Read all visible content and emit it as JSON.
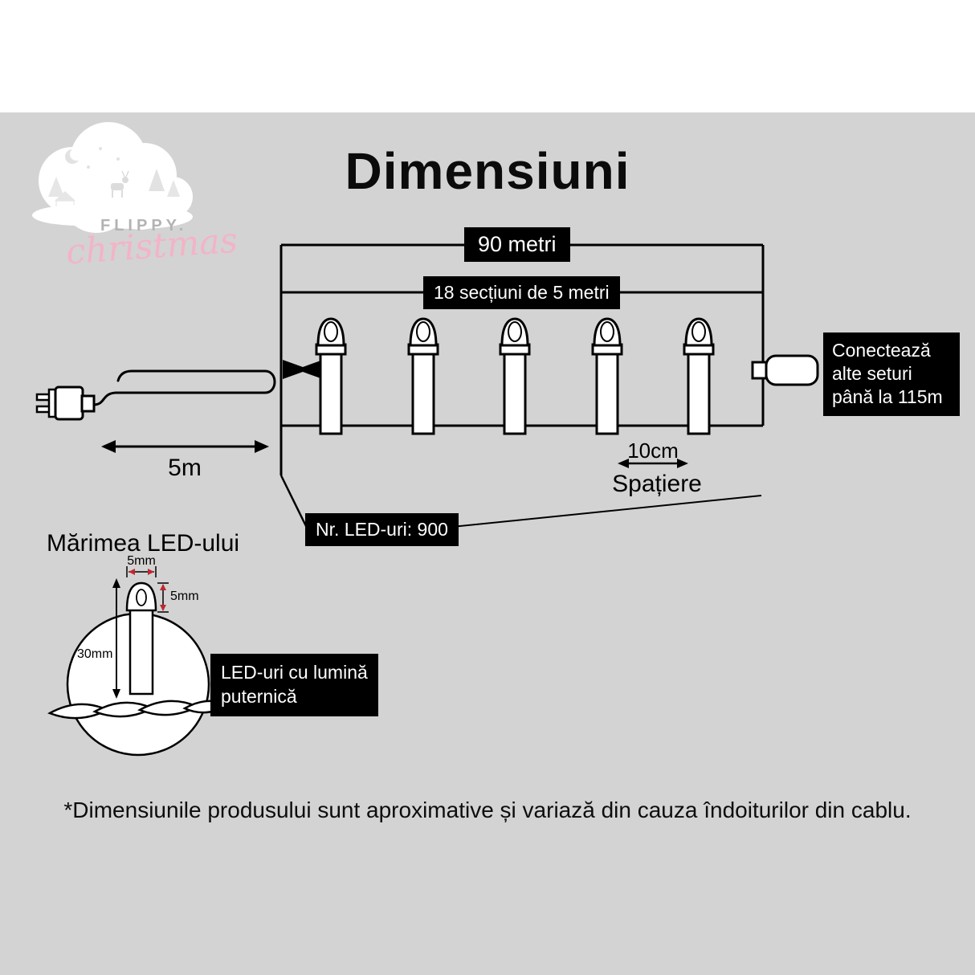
{
  "colors": {
    "background": "#d3d3d3",
    "top_band": "#ffffff",
    "ink": "#000000",
    "label_bg": "#000000",
    "label_text": "#ffffff",
    "logo_flippy_gray": "#b3b3b3",
    "logo_christmas_pink": "#f2b4c6",
    "arrow_red": "#c1272d"
  },
  "logo": {
    "brand_top": "FLIPPY.",
    "brand_bottom": "christmas"
  },
  "title": "Dimensiuni",
  "diagram": {
    "total_length_label": "90 metri",
    "sections_label": "18 secțiuni de 5 metri",
    "lead_length_label": "5m",
    "spacing_value": "10cm",
    "spacing_label": "Spațiere",
    "led_count_label": "Nr. LED-uri: 900",
    "connect_label": "Conectează\nalte seturi\npână la 115m"
  },
  "led_size": {
    "heading": "Mărimea LED-ului",
    "width_label": "5mm",
    "height_label": "5mm",
    "length_label": "30mm",
    "callout": "LED-uri cu lumină\nputernică"
  },
  "footnote": "*Dimensiunile produsului sunt aproximative și variază din cauza îndoiturilor din cablu."
}
